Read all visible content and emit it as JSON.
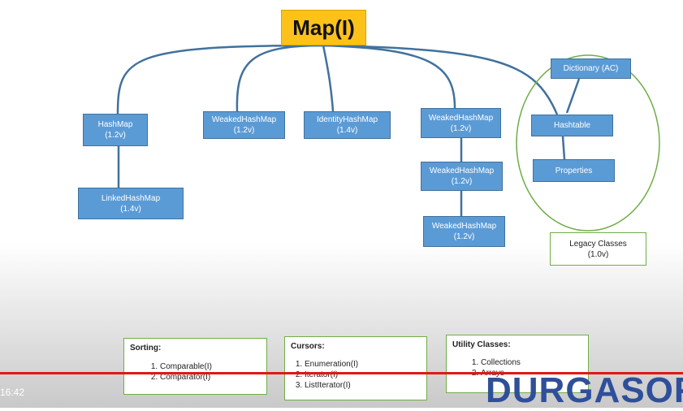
{
  "title": "Map(I)",
  "nodes": {
    "hashmap": {
      "name": "HashMap",
      "version": "(1.2v)"
    },
    "linkedhashmap": {
      "name": "LinkedHashMap",
      "version": "(1.4v)"
    },
    "weakedhashmap1": {
      "name": "WeakedHashMap",
      "version": "(1.2v)"
    },
    "identityhashmap": {
      "name": "IdentityHashMap",
      "version": "(1.4v)"
    },
    "weakedhashmap2": {
      "name": "WeakedHashMap",
      "version": "(1.2v)"
    },
    "weakedhashmap3": {
      "name": "WeakedHashMap",
      "version": "(1.2v)"
    },
    "weakedhashmap4": {
      "name": "WeakedHashMap",
      "version": "(1.2v)"
    },
    "dictionary": {
      "name": "Dictionary (AC)"
    },
    "hashtable": {
      "name": "Hashtable"
    },
    "properties": {
      "name": "Properties"
    }
  },
  "legacy": {
    "label": "Legacy Classes",
    "version": "(1.0v)"
  },
  "panels": {
    "sorting": {
      "title": "Sorting:",
      "items": [
        "Comparable(I)",
        "Comparator(I)"
      ]
    },
    "cursors": {
      "title": "Cursors:",
      "items": [
        "Enumeration(I)",
        "Iterator(I)",
        "ListIterator(I)"
      ]
    },
    "utility": {
      "title": "Utility Classes:",
      "items": [
        "Collections",
        "Arrays"
      ]
    }
  },
  "player": {
    "time": "16:42",
    "watermark": "DURGASOF"
  },
  "colors": {
    "node_fill": "#5b9bd5",
    "title_fill": "#fcc21a",
    "connector": "#41719c",
    "legacy_ring": "#70ad47",
    "progress_bar": "#e0181b"
  }
}
